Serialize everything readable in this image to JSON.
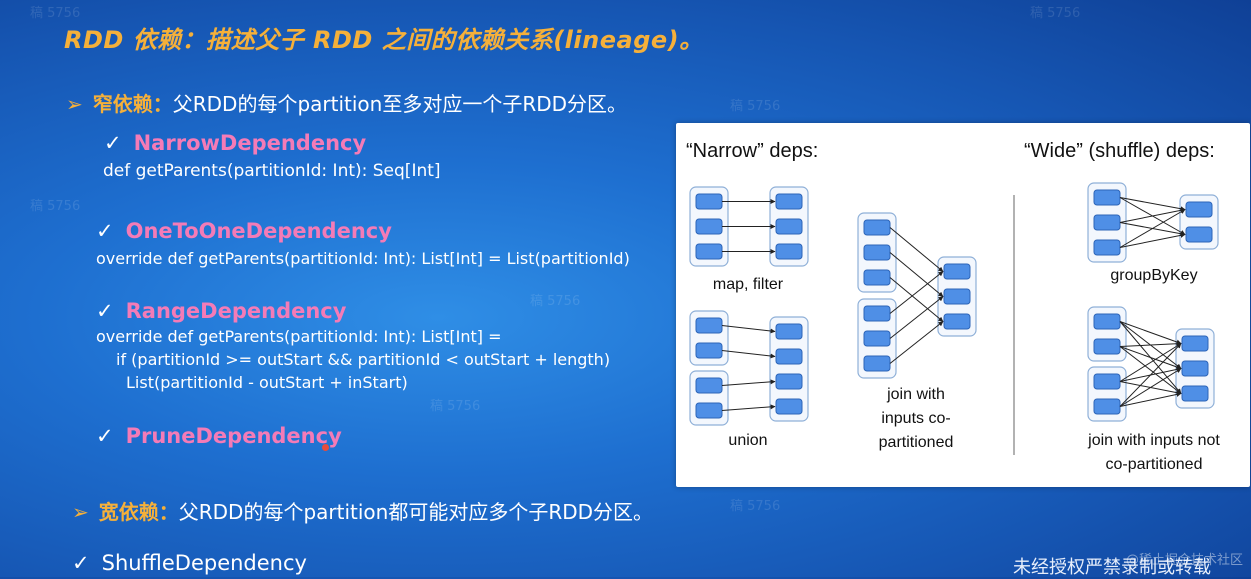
{
  "slide": {
    "title": "RDD 依赖：描述父子 RDD 之间的依赖关系(lineage)。",
    "narrow": {
      "arrow": "➢",
      "label": "窄依赖：",
      "text": "父RDD的每个partition至多对应一个子RDD分区。"
    },
    "deps": [
      {
        "name": "NarrowDependency",
        "code": [
          "def getParents(partitionId: Int): Seq[Int]"
        ]
      },
      {
        "name": "OneToOneDependency",
        "code": [
          "override def getParents(partitionId: Int): List[Int] = List(partitionId)"
        ]
      },
      {
        "name": "RangeDependency",
        "code": [
          "override def getParents(partitionId: Int): List[Int] =",
          "if (partitionId >= outStart && partitionId < outStart + length)",
          "List(partitionId - outStart + inStart)"
        ]
      },
      {
        "name": "PruneDependency",
        "code": []
      }
    ],
    "check": "✓",
    "wide": {
      "arrow": "➢",
      "label": "宽依赖：",
      "text": "父RDD的每个partition都可能对应多个子RDD分区。"
    },
    "shuffle": "ShuffleDependency",
    "footer": "未经授权严禁录制或转载",
    "footer_site": "@稀土掘金技术社区",
    "watermark": "稿 5756"
  },
  "diagram": {
    "narrow_title": "“Narrow” deps:",
    "wide_title": "“Wide” (shuffle) deps:",
    "labels": {
      "map_filter": "map, filter",
      "union": "union",
      "join_copart_1": "join with",
      "join_copart_2": "inputs co-",
      "join_copart_3": "partitioned",
      "groupbykey": "groupByKey",
      "join_noncopart_1": "join with inputs not",
      "join_noncopart_2": "co-partitioned"
    },
    "colors": {
      "partition": "#4f8fe6",
      "partition_border": "#2c64b8",
      "group_border": "#8fb0d8",
      "line": "#222222"
    }
  }
}
